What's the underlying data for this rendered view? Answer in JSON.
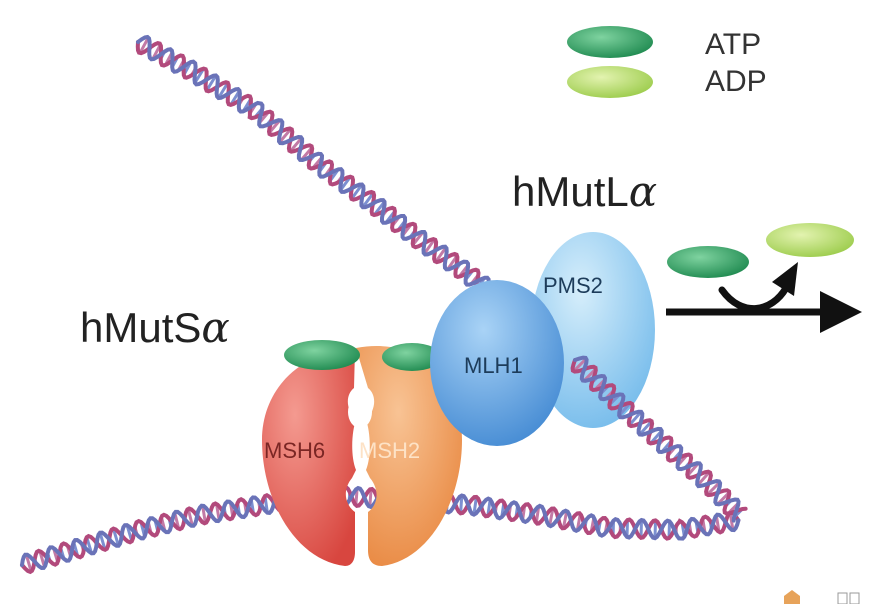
{
  "legend": {
    "items": [
      {
        "label": "ATP",
        "color": "#2f9e62"
      },
      {
        "label": "ADP",
        "color": "#b7d86a"
      }
    ]
  },
  "complexes": {
    "mutl": {
      "title": "hMutL",
      "greek": "α",
      "proteins": [
        "PMS2",
        "MLH1"
      ]
    },
    "muts": {
      "title": "hMutS",
      "greek": "α",
      "proteins": [
        "MSH6",
        "MSH2"
      ]
    }
  },
  "colors": {
    "atp": "#2f9e62",
    "adp": "#b7d86a",
    "msh6": "#e0574f",
    "msh2": "#ee9a55",
    "mlh1": "#4a97de",
    "pms2": "#8cc9f0",
    "dna_strand_a": "#b24a7c",
    "dna_strand_b": "#6a73b8",
    "arrow": "#111111"
  },
  "icons": [
    "dna-helix-icon",
    "atp-pill-icon",
    "adp-pill-icon",
    "hydrolysis-arrow-icon"
  ]
}
